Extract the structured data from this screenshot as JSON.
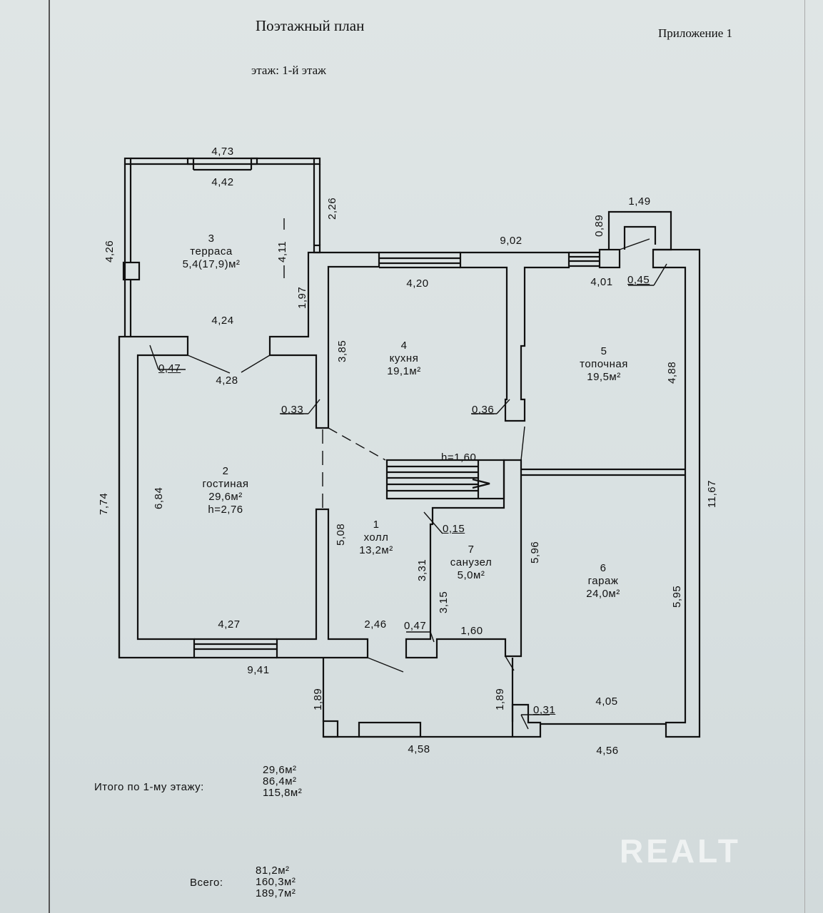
{
  "header": {
    "title": "Поэтажный план",
    "appendix": "Приложение 1",
    "floor": "этаж: 1-й этаж"
  },
  "rooms": [
    {
      "num": "1",
      "name": "холл",
      "area": "13,2м²"
    },
    {
      "num": "2",
      "name": "гостиная",
      "area": "29,6м²",
      "height": "h=2,76"
    },
    {
      "num": "3",
      "name": "терраса",
      "area": "5,4(17,9)м²"
    },
    {
      "num": "4",
      "name": "кухня",
      "area": "19,1м²"
    },
    {
      "num": "5",
      "name": "топочная",
      "area": "19,5м²"
    },
    {
      "num": "6",
      "name": "гараж",
      "area": "24,0м²"
    },
    {
      "num": "7",
      "name": "санузел",
      "area": "5,0м²"
    }
  ],
  "stair_height": "h=1,60",
  "dimensions": {
    "d473": "4,73",
    "d442": "4,42",
    "d226": "2,26",
    "d426": "4,26",
    "d411": "4,11",
    "d424": "4,24",
    "d197": "1,97",
    "d902": "9,02",
    "d149": "1,49",
    "d089": "0,89",
    "d420": "4,20",
    "d401": "4,01",
    "d045": "0,45",
    "d047a": "0,47",
    "d428": "4,28",
    "d385": "3,85",
    "d488": "4,88",
    "d033": "0,33",
    "d036": "0,36",
    "d774": "7,74",
    "d684": "6,84",
    "d508": "5,08",
    "d015": "0,15",
    "d596": "5,96",
    "d1167": "11,67",
    "d331": "3,31",
    "d315": "3,15",
    "d595": "5,95",
    "d427": "4,27",
    "d246": "2,46",
    "d047b": "0,47",
    "d160": "1,60",
    "d941": "9,41",
    "d189a": "1,89",
    "d189b": "1,89",
    "d031": "0,31",
    "d405": "4,05",
    "d458": "4,58",
    "d456": "4,56"
  },
  "totals": {
    "floor_label": "Итого по 1-му этажу:",
    "floor_values": [
      "29,6м²",
      "86,4м²",
      "115,8м²"
    ],
    "all_label": "Всего:",
    "all_values": [
      "81,2м²",
      "160,3м²",
      "189,7м²"
    ]
  },
  "watermark": "REALT",
  "colors": {
    "paper": "#dde4e4",
    "ink": "#111111"
  }
}
